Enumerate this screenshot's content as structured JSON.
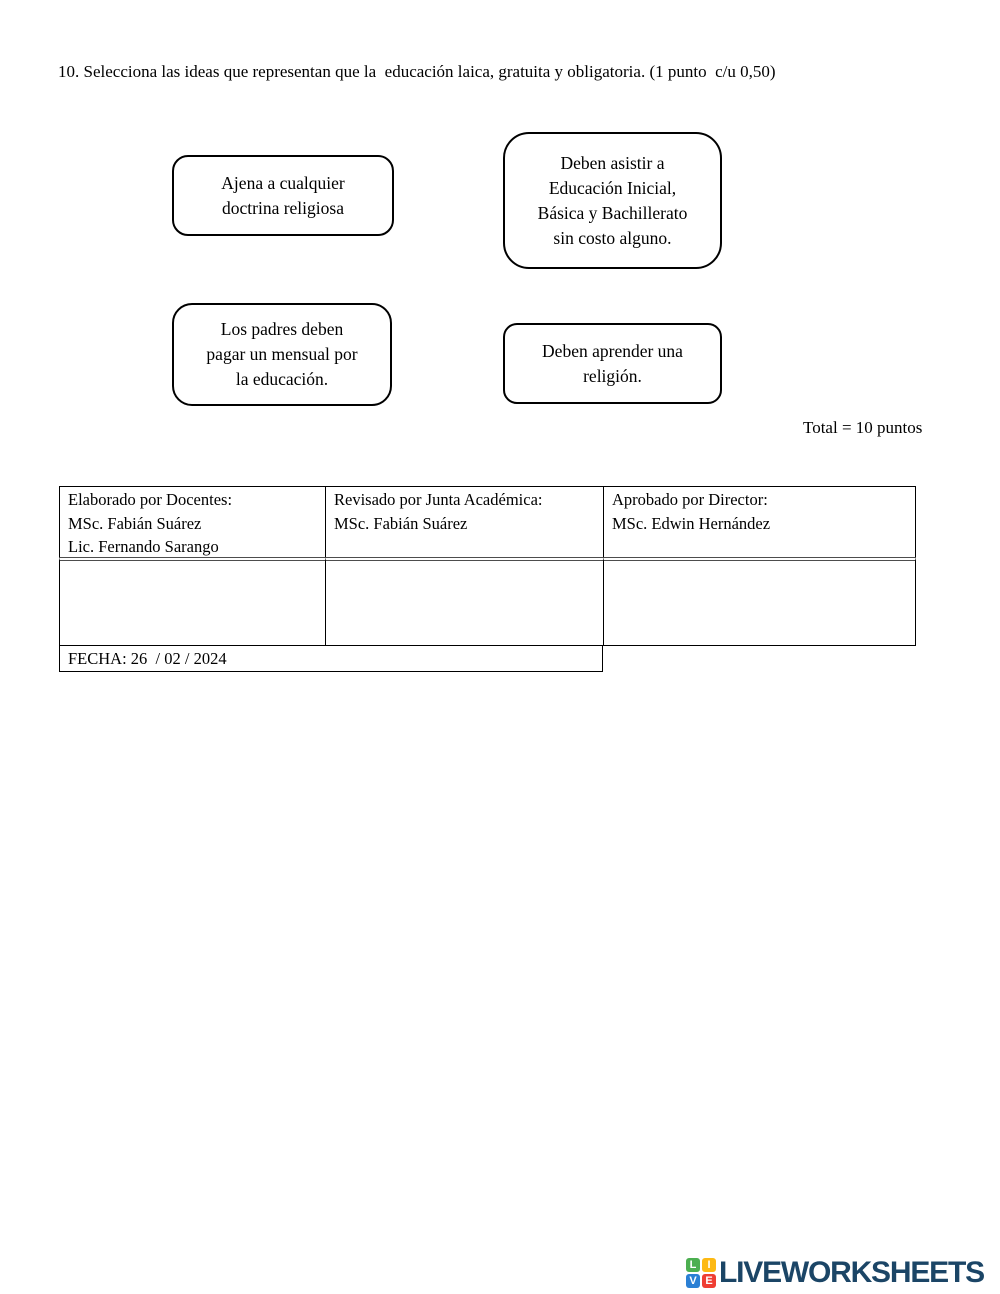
{
  "question": {
    "text": "10. Selecciona las ideas que representan que la  educación laica, gratuita y obligatoria. (1 punto  c/u 0,50)"
  },
  "options": [
    {
      "text": "Ajena a cualquier\ndoctrina religiosa"
    },
    {
      "text": "Deben asistir a\nEducación Inicial,\nBásica y Bachillerato\nsin costo alguno."
    },
    {
      "text": "Los padres deben\npagar un mensual por\nla educación."
    },
    {
      "text": "Deben aprender una\nreligión."
    }
  ],
  "total_label": "Total = 10 puntos",
  "signature_table": {
    "cells": [
      {
        "text": "Elaborado por Docentes:\nMSc. Fabián Suárez\nLic. Fernando Sarango"
      },
      {
        "text": "Revisado por Junta Académica:\nMSc. Fabián Suárez"
      },
      {
        "text": "Aprobado por Director:\nMSc. Edwin Hernández"
      }
    ],
    "fecha": "FECHA: 26  / 02 / 2024"
  },
  "footer": {
    "logo_text": "LIVEWORKSHEETS",
    "logo_text_color": "#1b4566",
    "logo_tiles": [
      {
        "letter": "L",
        "color": "#4caf50"
      },
      {
        "letter": "I",
        "color": "#fdb913"
      },
      {
        "letter": "V",
        "color": "#2a7fd4"
      },
      {
        "letter": "E",
        "color": "#ef3e33"
      }
    ]
  }
}
